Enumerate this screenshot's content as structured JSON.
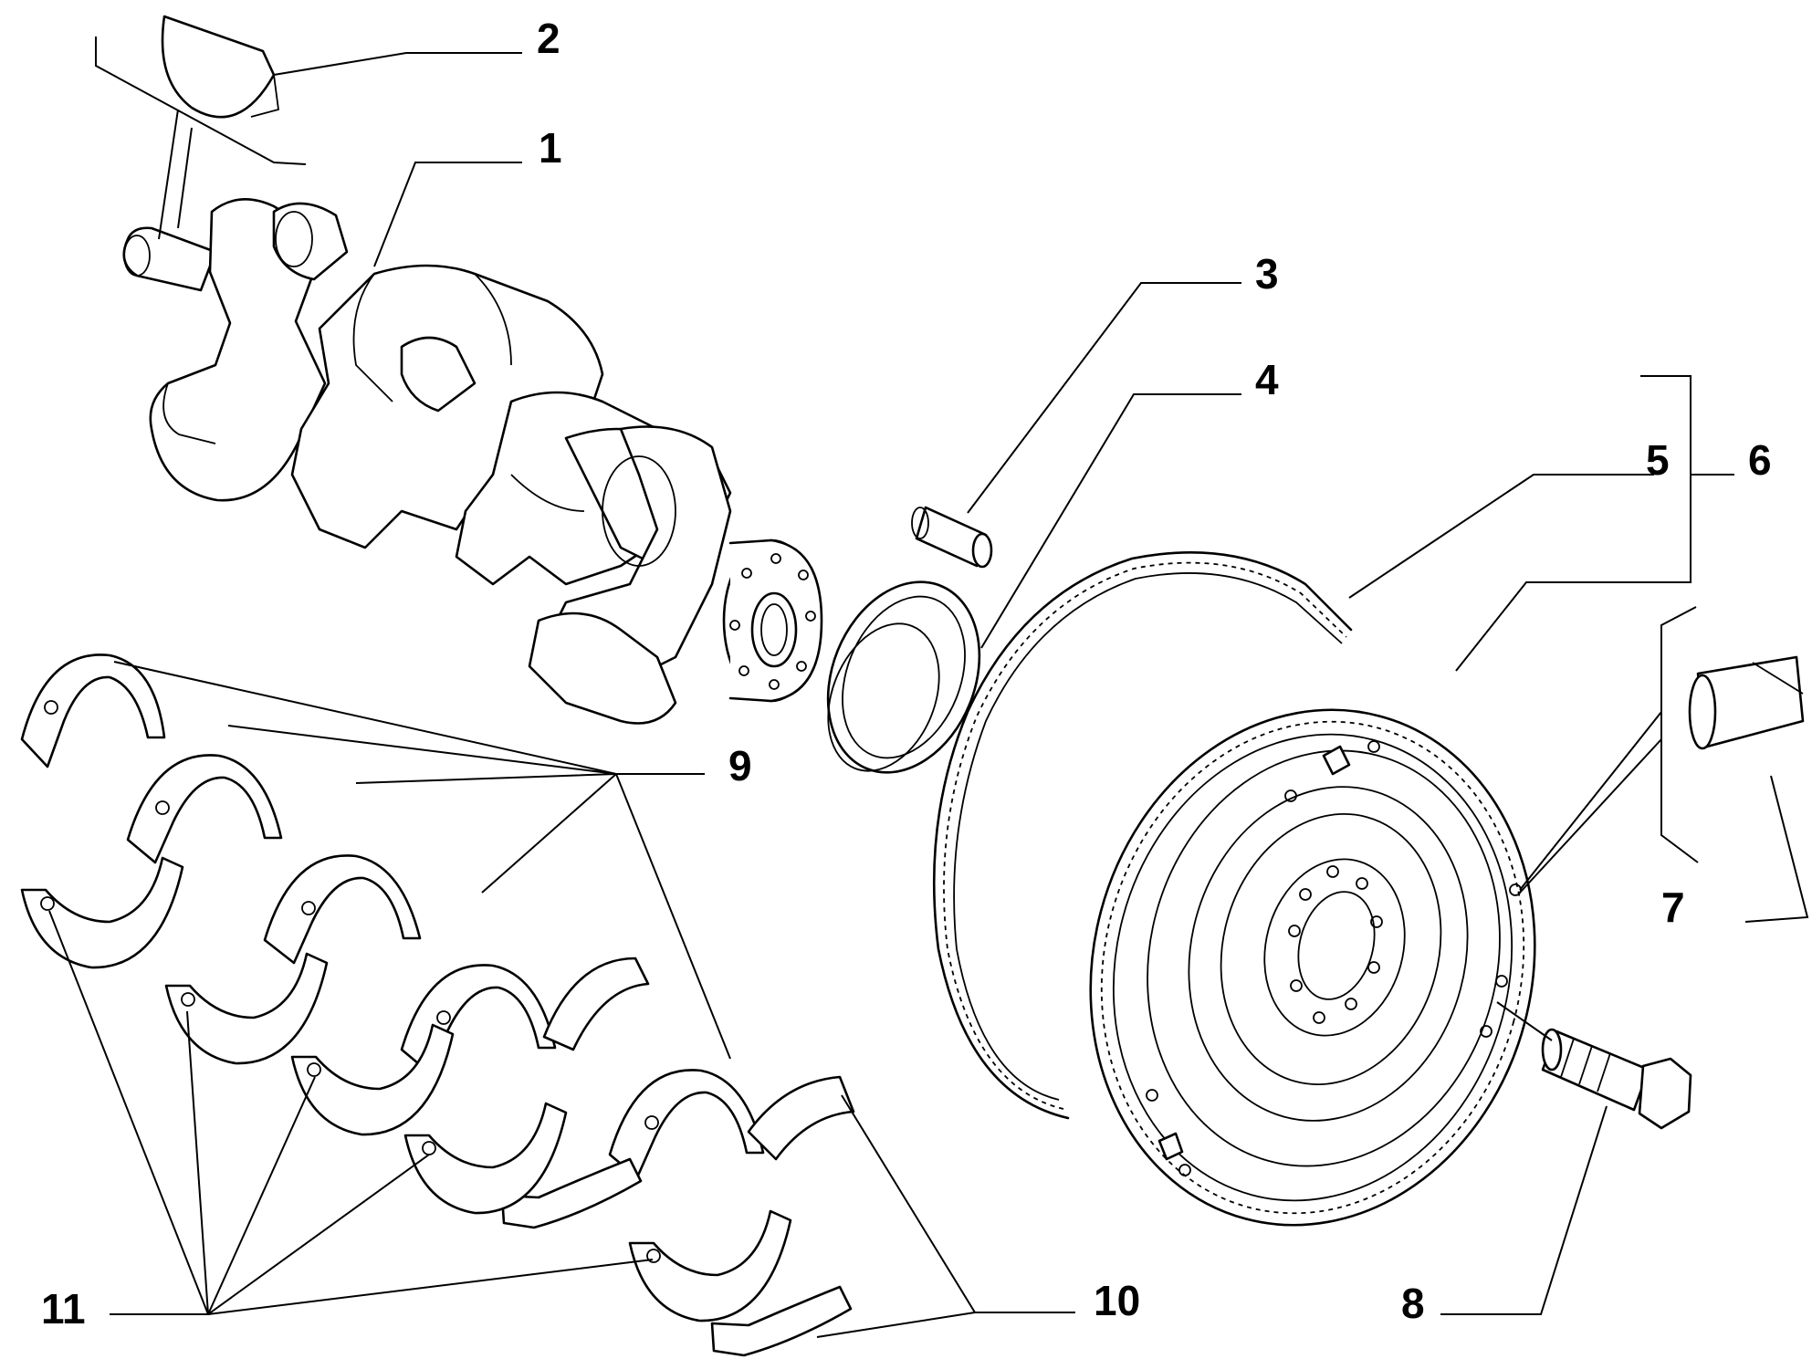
{
  "callouts": [
    {
      "id": "c1",
      "label": "1"
    },
    {
      "id": "c2",
      "label": "2"
    },
    {
      "id": "c3",
      "label": "3"
    },
    {
      "id": "c4",
      "label": "4"
    },
    {
      "id": "c5",
      "label": "5"
    },
    {
      "id": "c6",
      "label": "6"
    },
    {
      "id": "c7",
      "label": "7"
    },
    {
      "id": "c8",
      "label": "8"
    },
    {
      "id": "c9",
      "label": "9"
    },
    {
      "id": "c10",
      "label": "10"
    },
    {
      "id": "c11",
      "label": "11"
    }
  ],
  "style": {
    "line_color": "#000000",
    "background": "#ffffff"
  }
}
